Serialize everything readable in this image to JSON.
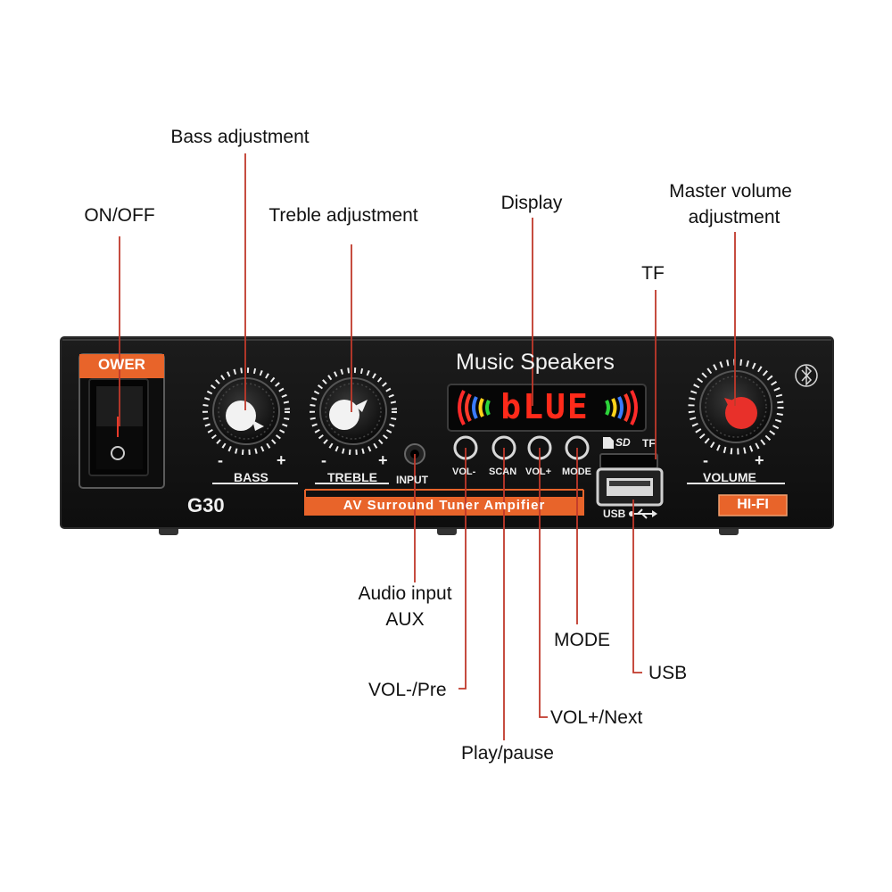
{
  "callouts": {
    "bass": "Bass adjustment",
    "onoff": "ON/OFF",
    "treble": "Treble adjustment",
    "display": "Display",
    "master_line1": "Master volume",
    "master_line2": "adjustment",
    "tf": "TF",
    "audio_line1": "Audio input",
    "audio_line2": "AUX",
    "mode": "MODE",
    "usb": "USB",
    "vol_pre": "VOL-/Pre",
    "vol_next": "VOL+/Next",
    "play_pause": "Play/pause"
  },
  "panel": {
    "power_label": "OWER",
    "model": "G30",
    "brand": "Music Speakers",
    "display_text": "bLUE",
    "bass_label": "BASS",
    "treble_label": "TREBLE",
    "input_label": "INPUT",
    "volume_label": "VOLUME",
    "minus": "-",
    "plus": "+",
    "banner": "AV Surround Tuner Ampifier",
    "hifi": "HI-FI",
    "btn_vol_minus": "VOL-",
    "btn_scan": "SCAN",
    "btn_vol_plus": "VOL+",
    "btn_mode": "MODE",
    "sd_label": "SD",
    "tf_label": "TF",
    "usb_label": "USB"
  },
  "colors": {
    "panel": "#141414",
    "accent_orange": "#e8642a",
    "display_red": "#ff2a1a",
    "leader_red": "#c0392b",
    "knob_red": "#e8302a"
  }
}
